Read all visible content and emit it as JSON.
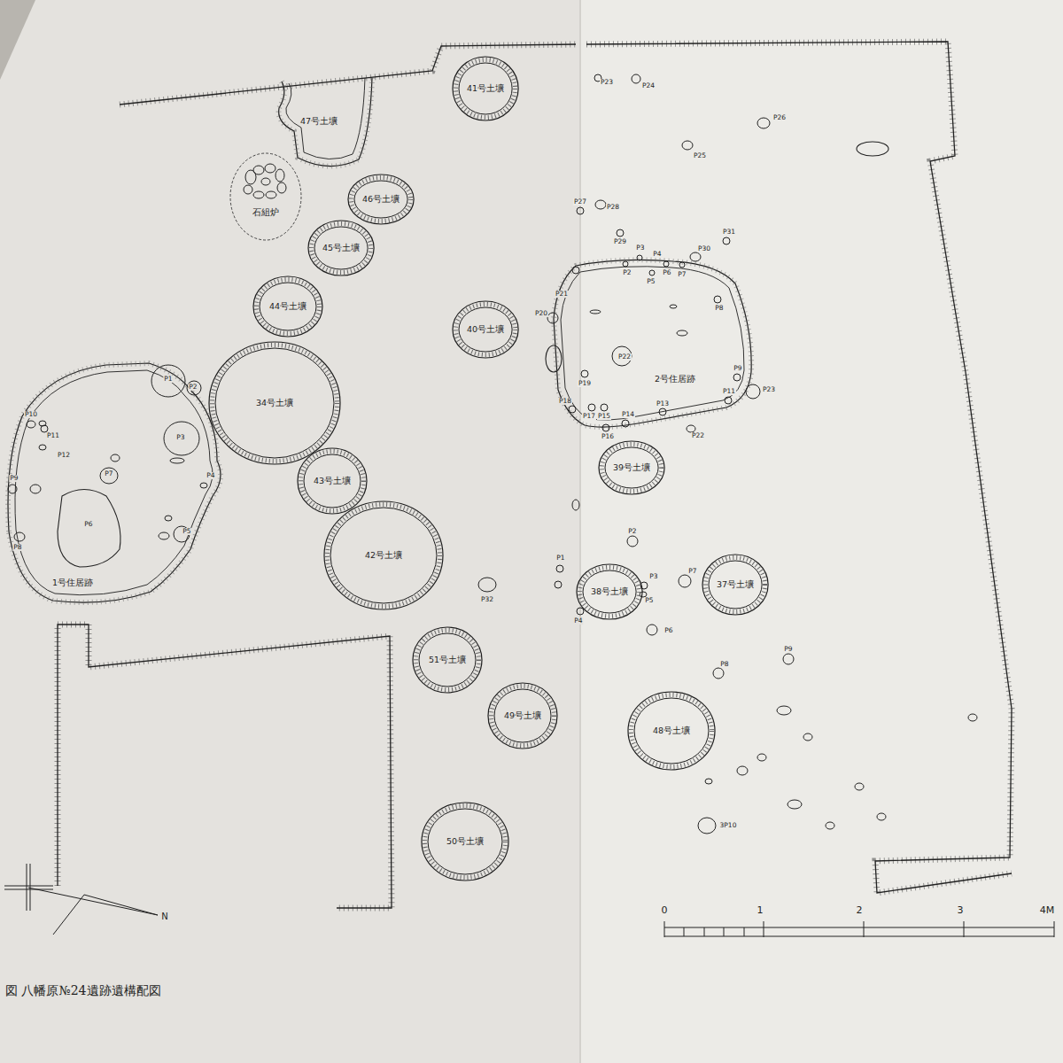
{
  "diagram": {
    "caption": "図 八幡原№24遺跡遺構配図",
    "nodes": [
      {
        "text": [
          "41号土壙"
        ]
      },
      {
        "text": [
          "47号土壙"
        ]
      },
      {
        "text": [
          "石組炉"
        ]
      },
      {
        "text": [
          "46号土壙"
        ]
      },
      {
        "text": [
          "45号土壙"
        ]
      },
      {
        "text": [
          "44号土壙"
        ]
      },
      {
        "text": [
          "34号土壙"
        ]
      },
      {
        "text": [
          "40号土壙"
        ]
      },
      {
        "text": [
          "2号住居跡"
        ]
      },
      {
        "text": [
          "1号住居跡"
        ]
      },
      {
        "text": [
          "43号土壙"
        ]
      },
      {
        "text": [
          "42号土壙"
        ]
      },
      {
        "text": [
          "39号土壙"
        ]
      },
      {
        "text": [
          "38号土壙"
        ]
      },
      {
        "text": [
          "37号土壙"
        ]
      },
      {
        "text": [
          "51号土壙"
        ]
      },
      {
        "text": [
          "49号土壙"
        ]
      },
      {
        "text": [
          "48号土壙"
        ]
      },
      {
        "text": [
          "50号土壙"
        ]
      }
    ],
    "labels": [
      "P1",
      "P2",
      "P3",
      "P4",
      "P5",
      "P6",
      "P7",
      "P8",
      "P9",
      "P10",
      "P11",
      "P12",
      "P23",
      "P24",
      "P26",
      "P25",
      "P27",
      "P28",
      "P29",
      "P3",
      "P30",
      "P31",
      "P4",
      "P2",
      "P5",
      "P6",
      "P7",
      "P8",
      "P21",
      "P20",
      "P22",
      "P19",
      "P9",
      "P11",
      "P23",
      "P13",
      "P18",
      "P17",
      "P15",
      "P14",
      "P16",
      "P22",
      "P2",
      "P1",
      "P3",
      "P7",
      "P5",
      "P4",
      "P6",
      "P8",
      "P9",
      "P32",
      "3P10",
      "0",
      "1",
      "2",
      "3",
      "4M",
      "N"
    ]
  }
}
